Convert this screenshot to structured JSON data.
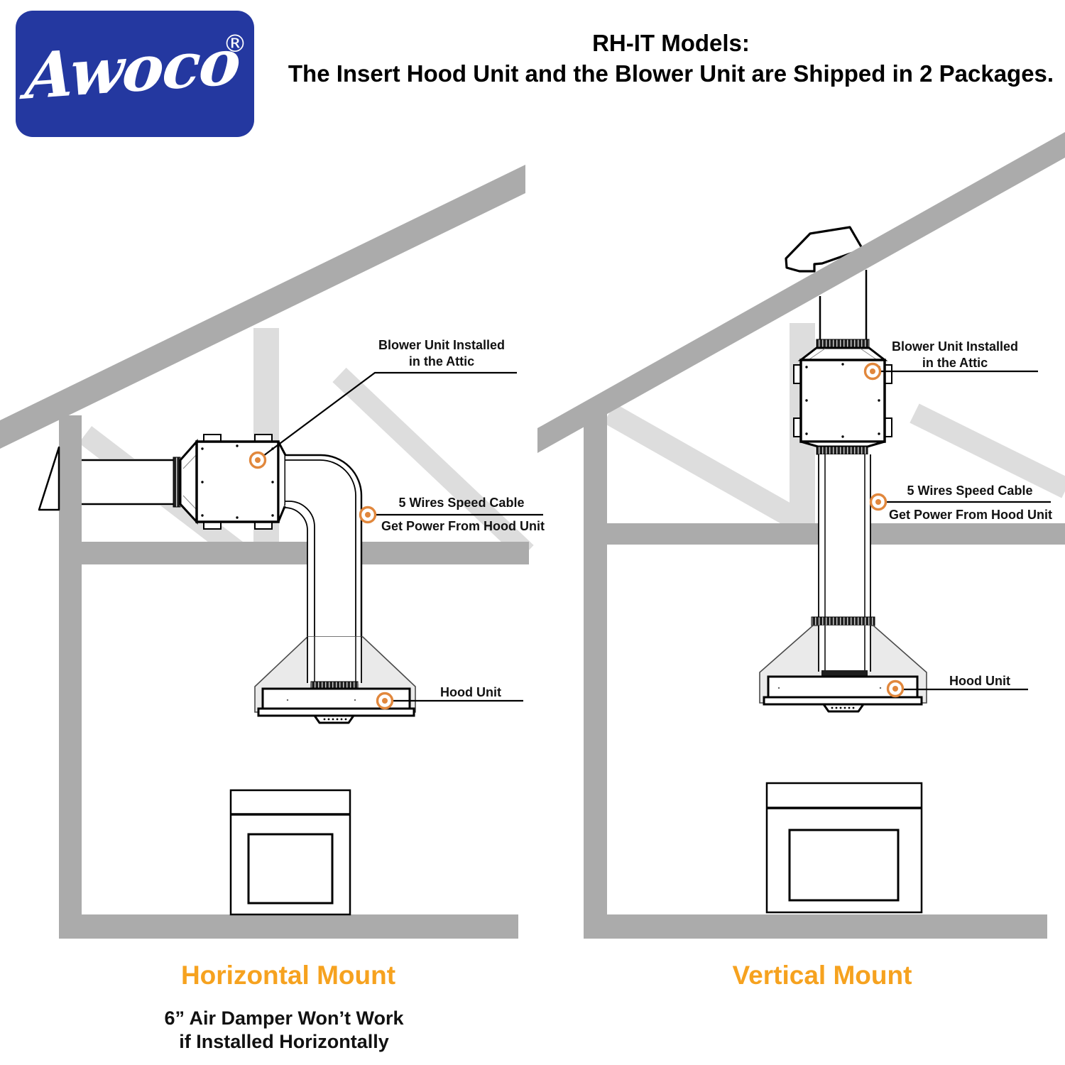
{
  "logo": {
    "brand": "Awoco",
    "registered": "®"
  },
  "title": {
    "line1": "RH-IT Models:",
    "line2": "The Insert Hood Unit and the Blower Unit are Shipped in 2 Packages."
  },
  "left_diagram": {
    "caption": "Horizontal Mount",
    "note_line1": "6” Air Damper Won’t Work",
    "note_line2": "if Installed Horizontally",
    "labels": {
      "blower_line1": "Blower Unit Installed",
      "blower_line2": "in the Attic",
      "cable_line1": "5 Wires Speed Cable",
      "cable_line2": "Get Power From Hood Unit",
      "hood": "Hood Unit"
    }
  },
  "right_diagram": {
    "caption": "Vertical Mount",
    "labels": {
      "blower_line1": "Blower Unit Installed",
      "blower_line2": "in the Attic",
      "cable_line1": "5 Wires Speed Cable",
      "cable_line2": "Get Power From Hood Unit",
      "hood": "Hood Unit"
    }
  },
  "colors": {
    "logo_blue": "#2438A0",
    "accent_orange": "#F6A21F",
    "marker_orange": "#E1873C",
    "structure_gray": "#ABABAB",
    "truss_gray": "#DDDDDD",
    "hood_chimney_gray": "#EAEAEA"
  }
}
